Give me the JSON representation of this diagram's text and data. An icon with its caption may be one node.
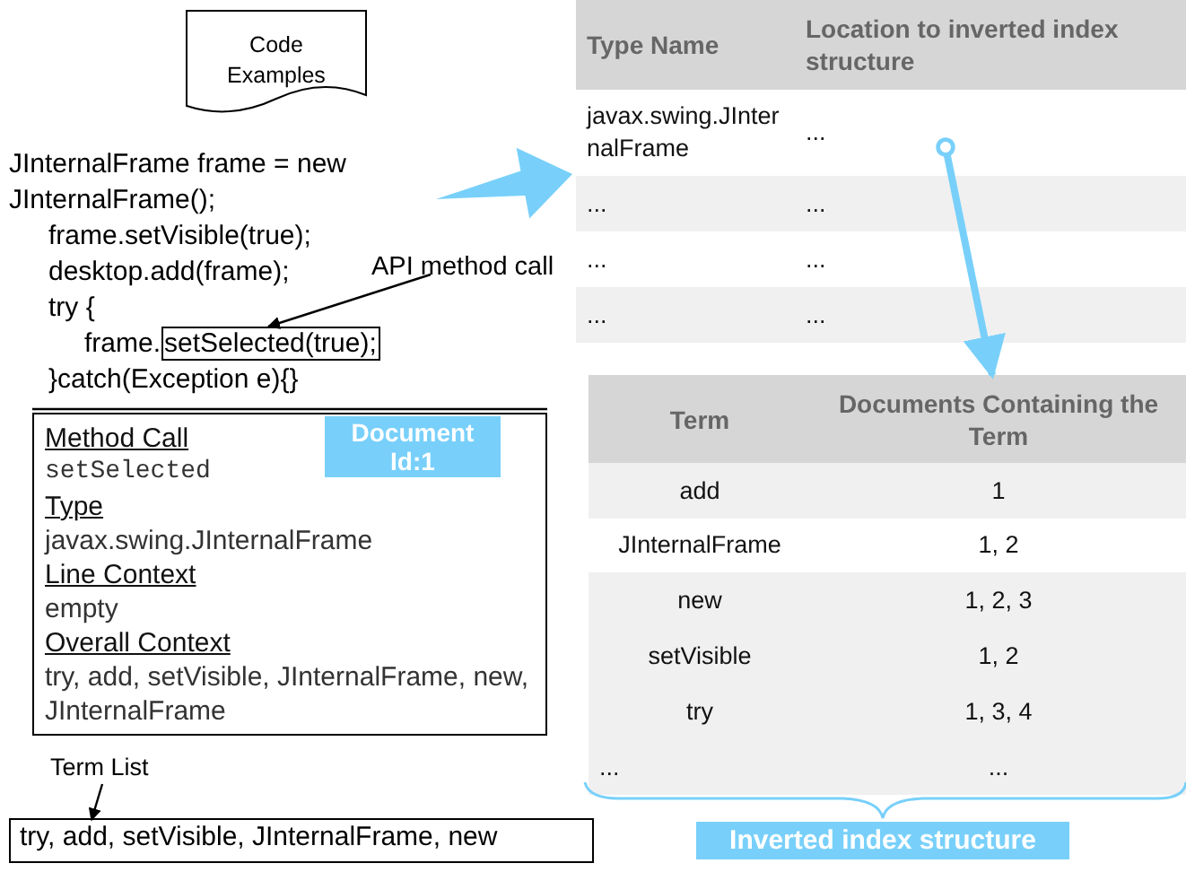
{
  "diagram": {
    "nodes": [
      {
        "text": [
          "Code Examples"
        ]
      },
      {
        "text": [
          "JInternalFrame frame = new JInternalFrame();",
          "frame.setVisible(true);",
          "desktop.add(frame);",
          "try {",
          "frame.",
          "}catch(Exception e){}"
        ]
      },
      {
        "text": [
          "setSelected(true);"
        ],
        "in": 1
      },
      {
        "text": [
          "API method call"
        ]
      },
      {
        "text": [
          "Method Call",
          "setSelected",
          "Type",
          "javax.swing.JInternalFrame",
          "Line Context",
          "empty",
          "Overall Context",
          "try, add, setVisible, JInternalFrame, new, JInternalFrame"
        ]
      },
      {
        "text": [
          "Document Id:1"
        ],
        "in": 4
      },
      {
        "text": [
          "Term List"
        ]
      },
      {
        "text": [
          "try, add, setVisible, JInternalFrame, new"
        ]
      },
      {
        "text": [],
        "shape": "table"
      },
      {
        "text": [],
        "shape": "table"
      },
      {
        "text": [
          "Inverted index structure"
        ]
      }
    ],
    "edges": [
      {
        "from": 1,
        "to": 8,
        "arrow": "to",
        "style": "thick",
        "color": "#78d0fa"
      },
      {
        "from": 3,
        "to": 2,
        "arrow": "to"
      },
      {
        "from": 8,
        "to": 9,
        "arrow": "to",
        "style": "thick",
        "color": "#78d0fa"
      },
      {
        "from": 6,
        "to": 7,
        "arrow": "to"
      }
    ],
    "labels": [
      "Type Name",
      "Location to inverted index structure",
      "javax.swing.JInternalFrame",
      "...",
      "...",
      "...",
      "...",
      "...",
      "...",
      "...",
      "Term",
      "Documents Containing the Term",
      "add",
      "1",
      "JInternalFrame",
      "1, 2",
      "new",
      "1, 2, 3",
      "setVisible",
      "1, 2",
      "try",
      "1, 3, 4",
      "...",
      "..."
    ]
  }
}
